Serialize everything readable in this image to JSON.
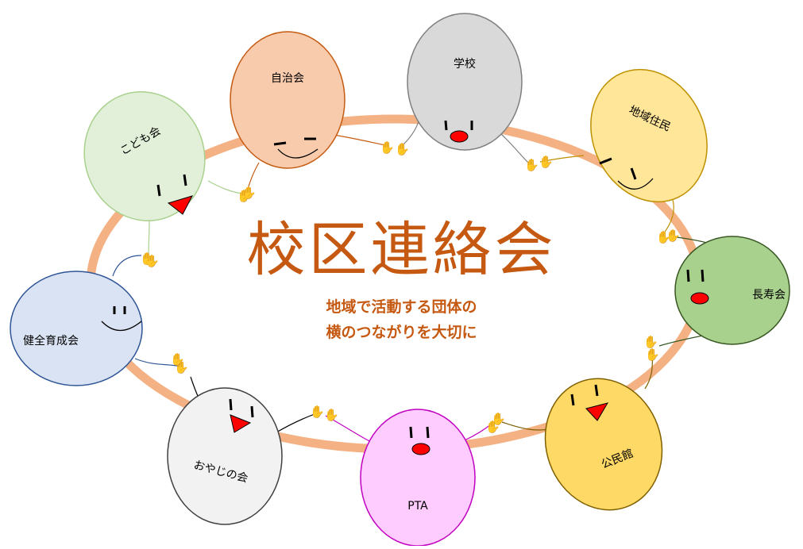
{
  "title": "校区連絡会",
  "subtitle_lines": [
    "地域で活動する団体の",
    "横のつながりを大切に"
  ],
  "ring_color": "#F4B183",
  "organizations": [
    {
      "key": "jichikai",
      "label": "自治会",
      "fill": "#F8CBAD",
      "stroke": "#C55A11"
    },
    {
      "key": "gakko",
      "label": "学校",
      "fill": "#D9D9D9",
      "stroke": "#7F7F7F"
    },
    {
      "key": "chiiki-jumin",
      "label": "地域住民",
      "fill": "#FFE699",
      "stroke": "#BF9000"
    },
    {
      "key": "chojukai",
      "label": "長寿会",
      "fill": "#A9D18E",
      "stroke": "#385723"
    },
    {
      "key": "kominkan",
      "label": "公民館",
      "fill": "#FFD966",
      "stroke": "#7F6000"
    },
    {
      "key": "pta",
      "label": "PTA",
      "fill": "#FFCCFF",
      "stroke": "#C000C0"
    },
    {
      "key": "oyaji-no-kai",
      "label": "おやじの会",
      "fill": "#F2F2F2",
      "stroke": "#404040"
    },
    {
      "key": "kenzen-ikuseikai",
      "label": "健全育成会",
      "fill": "#DAE3F3",
      "stroke": "#2F5597"
    },
    {
      "key": "kodomo-kai",
      "label": "こども会",
      "fill": "#E2F0D9",
      "stroke": "#A9D18E"
    }
  ]
}
